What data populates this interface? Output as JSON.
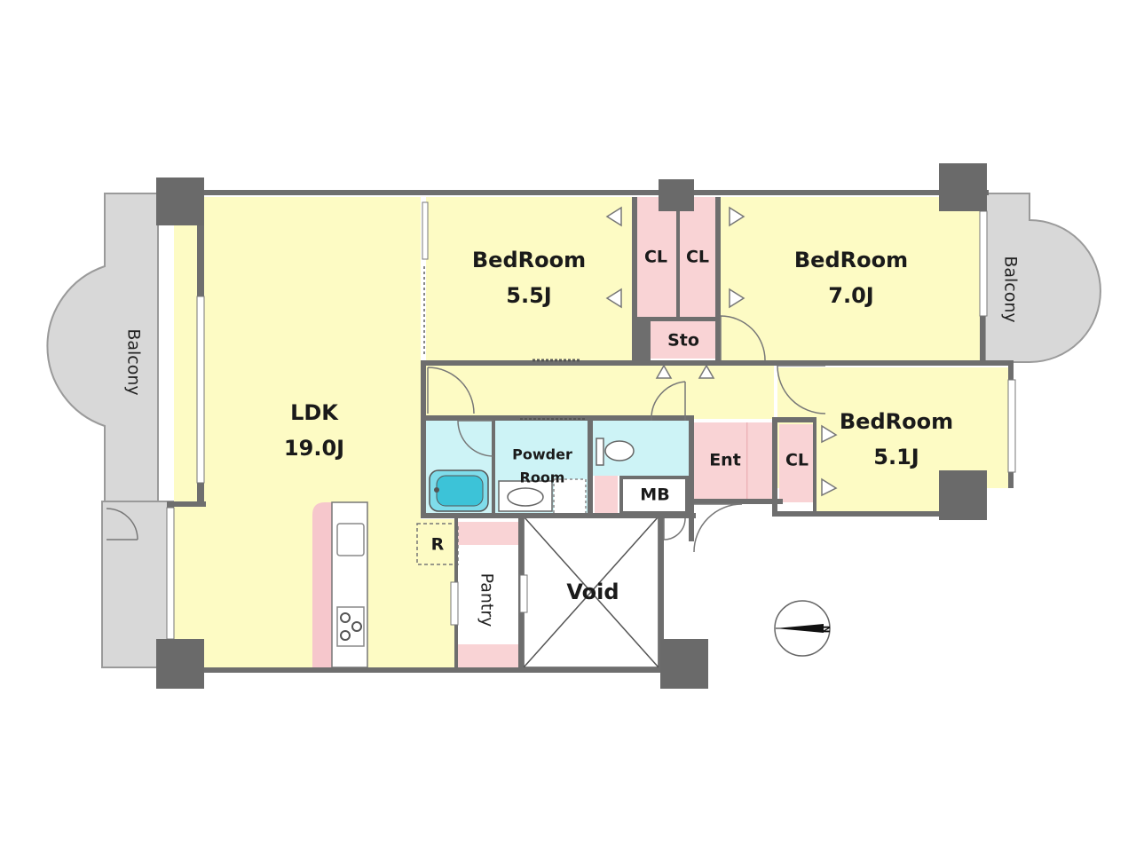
{
  "rooms": {
    "ldk": {
      "name": "LDK",
      "size": "19.0J"
    },
    "bedroom1": {
      "name": "BedRoom",
      "size": "5.5J"
    },
    "bedroom2": {
      "name": "BedRoom",
      "size": "7.0J"
    },
    "bedroom3": {
      "name": "BedRoom",
      "size": "5.1J"
    },
    "cl1": "CL",
    "cl2": "CL",
    "cl3": "CL",
    "storage": "Sto",
    "powder_room_line1": "Powder",
    "powder_room_line2": "Room",
    "mb": "MB",
    "entrance": "Ent",
    "refrigerator": "R",
    "pantry": "Pantry",
    "void": "Void",
    "balcony_left": "Balcony",
    "balcony_right": "Balcony"
  },
  "compass": {
    "label": "N"
  },
  "colors": {
    "living": "#fdfbc4",
    "closet": "#f9d3d5",
    "wet_area": "#cdf3f6",
    "balcony": "#d8d8d8",
    "wall": "#6e6e6e"
  }
}
